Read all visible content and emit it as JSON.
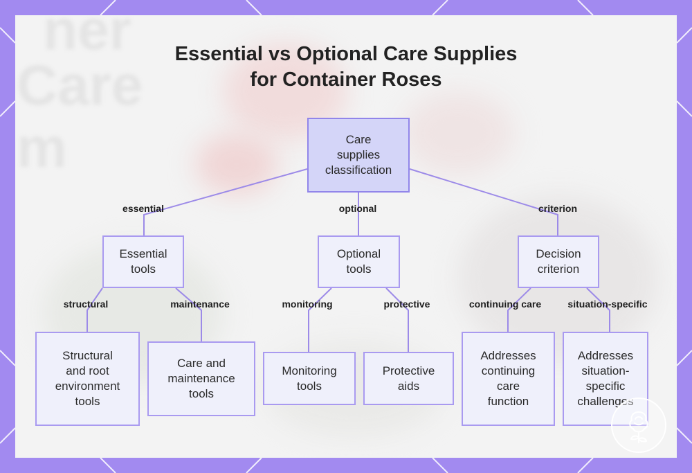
{
  "title": {
    "line1": "Essential vs Optional Care Supplies",
    "line2": "for Container Roses"
  },
  "background": {
    "ghost_line1": "ner",
    "ghost_line2": "Care",
    "ghost_line3": "m"
  },
  "colors": {
    "border_purple": "#a28af0",
    "node_fill": "#eff0fb",
    "root_fill": "#d4d5f8",
    "node_stroke": "#a99af0",
    "connector": "#9c8ae8"
  },
  "nodes": {
    "root": [
      "Care",
      "supplies",
      "classification"
    ],
    "essential_tools": [
      "Essential",
      "tools"
    ],
    "optional_tools": [
      "Optional",
      "tools"
    ],
    "decision_criterion": [
      "Decision",
      "criterion"
    ],
    "structural": [
      "Structural",
      "and root",
      "environment",
      "tools"
    ],
    "care_maintenance": [
      "Care and",
      "maintenance",
      "tools"
    ],
    "monitoring": [
      "Monitoring",
      "tools"
    ],
    "protective": [
      "Protective",
      "aids"
    ],
    "continuing": [
      "Addresses",
      "continuing",
      "care",
      "function"
    ],
    "situation": [
      "Addresses",
      "situation-",
      "specific",
      "challenges"
    ]
  },
  "edges": {
    "essential": "essential",
    "optional": "optional",
    "criterion": "criterion",
    "structural": "structural",
    "maintenance": "maintenance",
    "monitoring": "monitoring",
    "protective": "protective",
    "continuing_care": "continuing care",
    "situation_specific": "situation-specific"
  },
  "watermark_icon": "rose-icon"
}
